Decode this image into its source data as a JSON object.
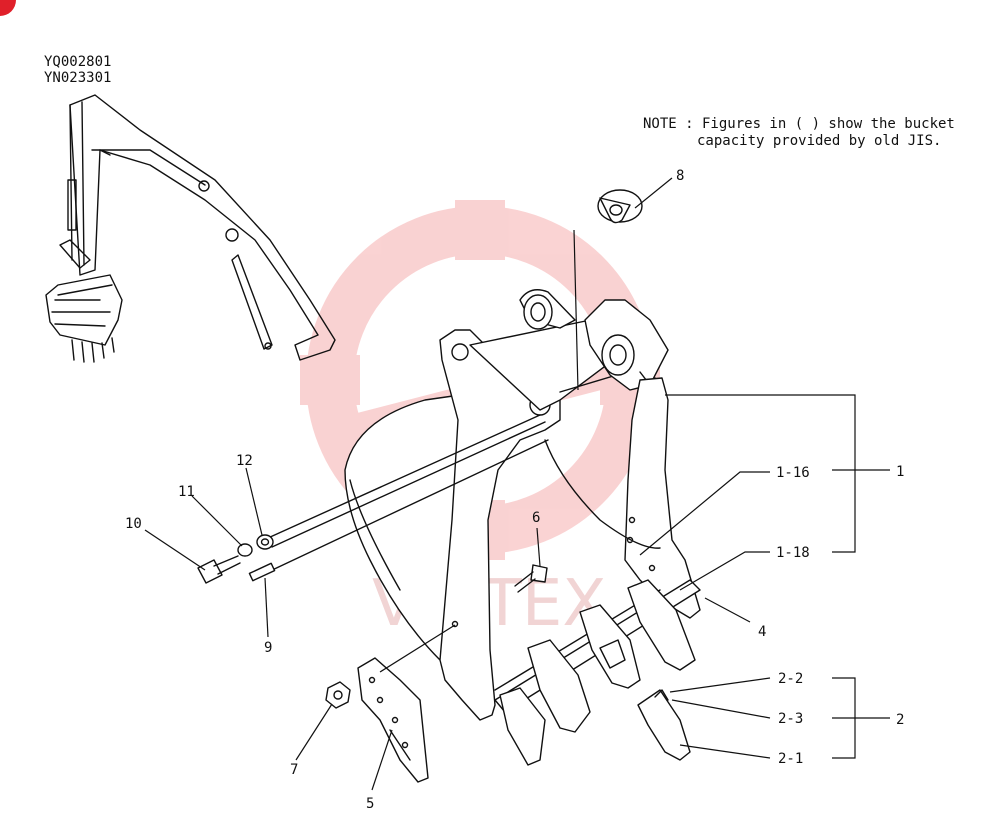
{
  "serials": [
    "YQ002801",
    "YN023301"
  ],
  "note": {
    "line1": "NOTE : Figures in (   ) show the bucket",
    "line2": "capacity provided by old JIS."
  },
  "watermark": {
    "text": "VIHTEX",
    "color": "#f4a8a8"
  },
  "brand_mark": {
    "color": "#e0202a"
  },
  "callouts": {
    "c1": "1",
    "c1_16": "1-16",
    "c1_18": "1-18",
    "c2": "2",
    "c2_1": "2-1",
    "c2_2": "2-2",
    "c2_3": "2-3",
    "c4": "4",
    "c5": "5",
    "c6": "6",
    "c7": "7",
    "c8": "8",
    "c9": "9",
    "c10": "10",
    "c11": "11",
    "c12": "12"
  }
}
